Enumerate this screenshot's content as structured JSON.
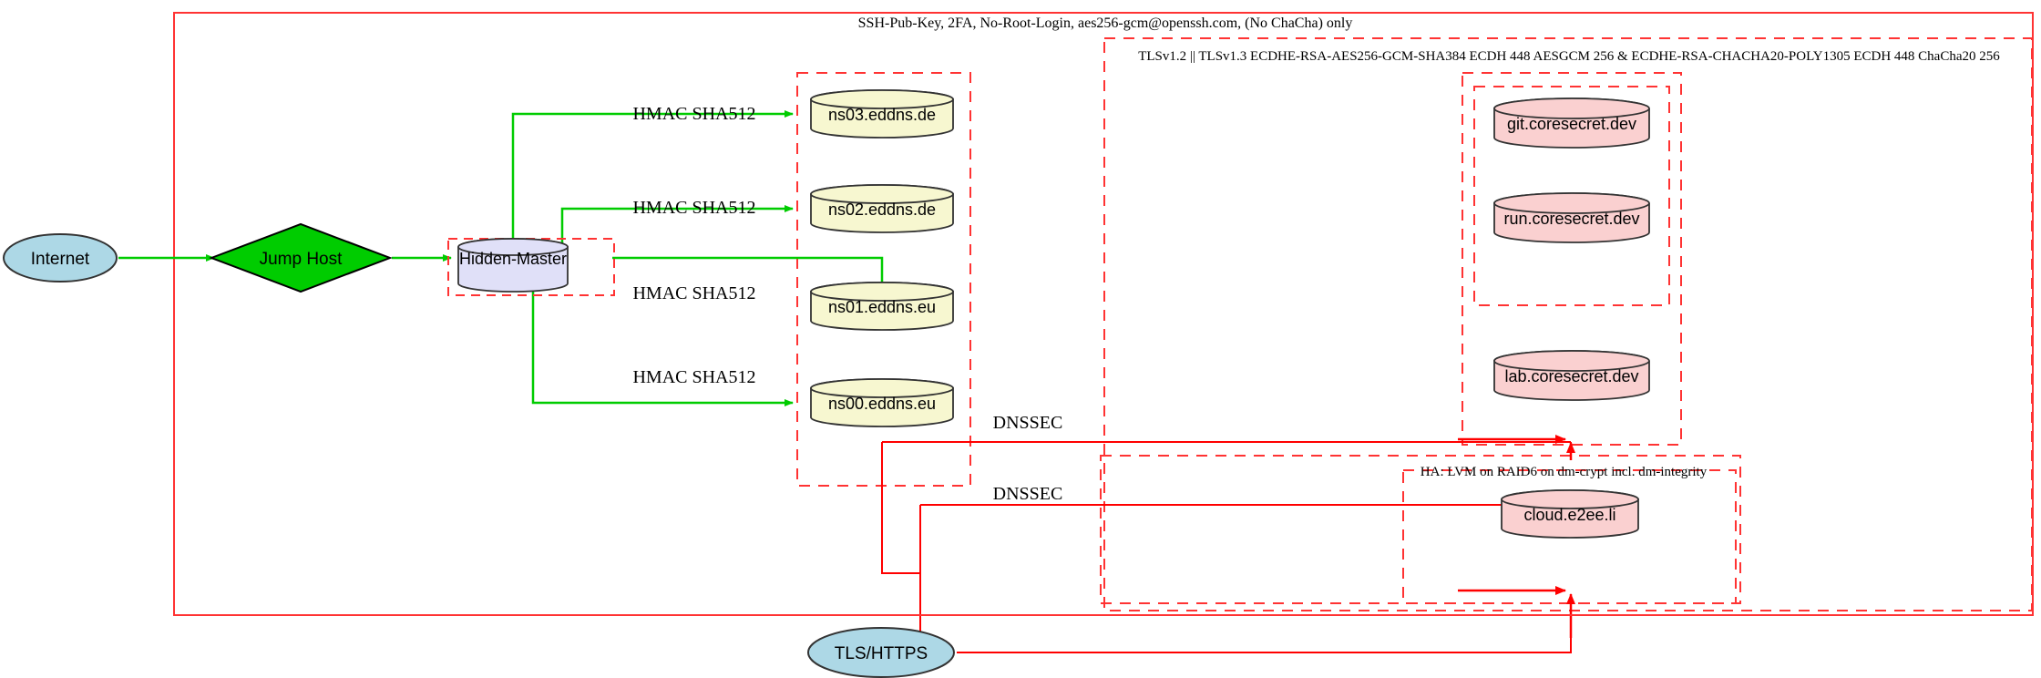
{
  "diagram": {
    "title_hidden": "",
    "boundaries": {
      "ssh_zone_label": "SSH-Pub-Key, 2FA, No-Root-Login, aes256-gcm@openssh.com, (No ChaCha) only",
      "tls_zone_label": "TLSv1.2 || TLSv1.3 ECDHE-RSA-AES256-GCM-SHA384 ECDH 448 AESGCM 256 & ECDHE-RSA-CHACHA20-POLY1305 ECDH 448 ChaCha20 256",
      "ha_zone_label": "HA: LVM on RAID6 on dm-crypt incl. dm-integrity"
    },
    "nodes": {
      "internet": "Internet",
      "jump_host": "Jump Host",
      "hidden_master": "Hidden-Master",
      "ns03": "ns03.eddns.de",
      "ns02": "ns02.eddns.de",
      "ns01": "ns01.eddns.eu",
      "ns00": "ns00.eddns.eu",
      "git": "git.coresecret.dev",
      "run": "run.coresecret.dev",
      "lab": "lab.coresecret.dev",
      "cloud": "cloud.e2ee.li",
      "tls_https": "TLS/HTTPS"
    },
    "edge_labels": {
      "hmac_ns03": "HMAC SHA512",
      "hmac_ns02": "HMAC SHA512",
      "hmac_ns01": "HMAC SHA512",
      "hmac_ns00": "HMAC SHA512",
      "dnssec_upper": "DNSSEC",
      "dnssec_lower": "DNSSEC"
    },
    "colors": {
      "zone_border": "#ff3333",
      "green_edge": "#00cc00",
      "red_edge": "#ff0000",
      "ellipse_fill": "#add8e6",
      "diamond_fill": "#00cc00",
      "master_fill": "#e0e0f8",
      "dns_fill": "#f7f7d0",
      "service_fill": "#fad0d0",
      "node_stroke": "#333333"
    }
  }
}
